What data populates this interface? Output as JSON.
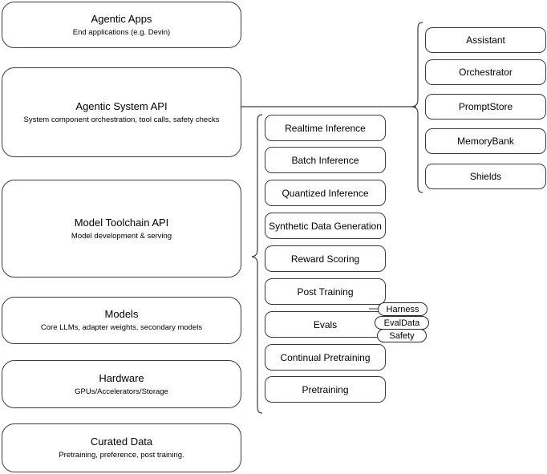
{
  "diagram": {
    "title": "Agentic stack layered architecture",
    "background_color": "#ffffff",
    "stroke_color": "#3b3b3b"
  },
  "layers": [
    {
      "title": "Agentic Apps",
      "subtitle": "End applications (e.g. Devin)"
    },
    {
      "title": "Agentic System API",
      "subtitle": "System component orchestration, tool calls, safety checks"
    },
    {
      "title": "Model Toolchain API",
      "subtitle": "Model development & serving"
    },
    {
      "title": "Models",
      "subtitle": "Core LLMs, adapter weights, secondary models"
    },
    {
      "title": "Hardware",
      "subtitle": "GPUs/Accelerators/Storage"
    },
    {
      "title": "Curated Data",
      "subtitle": "Pretraining, preference, post training."
    }
  ],
  "toolchain_components": [
    {
      "label": "Realtime Inference"
    },
    {
      "label": "Batch Inference"
    },
    {
      "label": "Quantized Inference"
    },
    {
      "label": "Synthetic Data Generation"
    },
    {
      "label": "Reward Scoring"
    },
    {
      "label": "Post Training"
    },
    {
      "label": "Evals"
    },
    {
      "label": "Continual Pretraining"
    },
    {
      "label": "Pretraining"
    }
  ],
  "system_components": [
    {
      "label": "Assistant"
    },
    {
      "label": "Orchestrator"
    },
    {
      "label": "PromptStore"
    },
    {
      "label": "MemoryBank"
    },
    {
      "label": "Shields"
    }
  ],
  "eval_tags": [
    {
      "label": "Harness"
    },
    {
      "label": "EvalData"
    },
    {
      "label": "Safety"
    }
  ]
}
